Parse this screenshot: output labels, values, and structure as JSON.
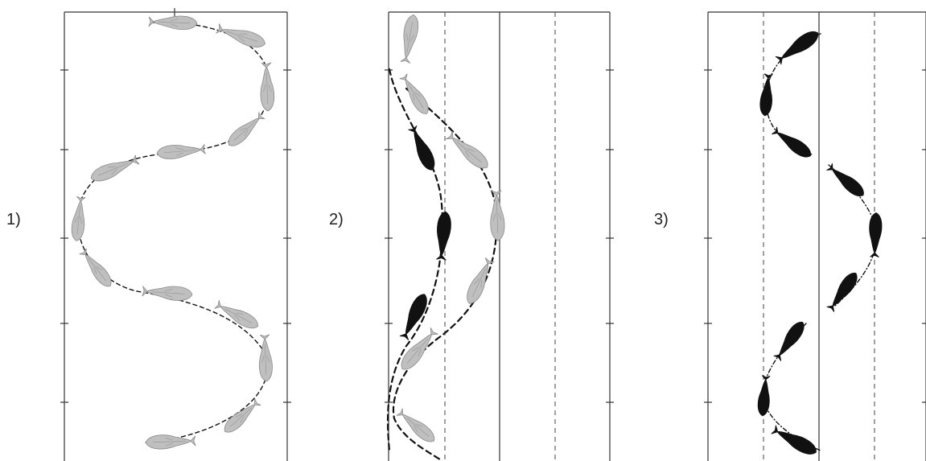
{
  "panels": [
    {
      "label": "1)",
      "fish_color": "light-gray",
      "path_style": "dashed-thin"
    },
    {
      "label": "2)",
      "fish_color": "light-gray-and-black",
      "path_style": "dashed-thick"
    },
    {
      "label": "3)",
      "fish_color": "black",
      "path_style": "dash-dot"
    }
  ],
  "colors": {
    "frame": "#333333",
    "guide": "#555555",
    "fish_light": "#bfbfbf",
    "fish_light_edge": "#8a8a8a",
    "fish_dark": "#111111",
    "path": "#111111"
  }
}
